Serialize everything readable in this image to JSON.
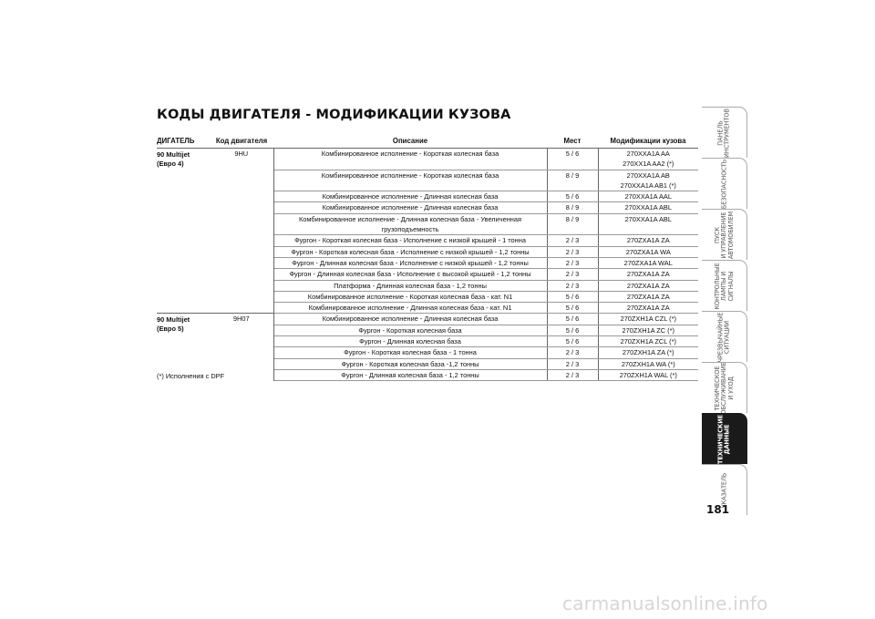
{
  "title": "КОДЫ ДВИГАТЕЛЯ - МОДИФИКАЦИИ КУЗОВА",
  "table": {
    "headers": {
      "engine": "ДИГАТЕЛЬ",
      "code": "Код двигателя",
      "description": "Описание",
      "seats": "Мест",
      "body": "Модификации кузова"
    },
    "groups": [
      {
        "engine_line1": "90 Multijet",
        "engine_line2": "(Евро 4)",
        "code": "9HU",
        "rows": [
          {
            "description": "Комбинированное исполнение - Короткая колесная база",
            "seats": "5 / 6",
            "body": [
              "270XXA1A AA",
              "270XX1A AA2 (*)"
            ]
          },
          {
            "description": "Комбинированное исполнение - Короткая колесная база",
            "seats": "8 / 9",
            "body": [
              "270XXA1A AB",
              "270XXA1A AB1 (*)"
            ]
          },
          {
            "description": "Комбинированное исполнение - Длинная колесная база",
            "seats": "5 / 6",
            "body": [
              "270XXA1A AAL"
            ]
          },
          {
            "description": "Комбинированное исполнение - Длинная колесная база",
            "seats": "8 / 9",
            "body": [
              "270XXA1A ABL"
            ]
          },
          {
            "description": "Комбинированное исполнение - Длинная колесная база - Увеличенная грузоподъемность",
            "seats": "8 / 9",
            "body": [
              "270XXA1A ABL"
            ]
          },
          {
            "description": "Фургон - Короткая колесная база - Исполнение с низкой крышей - 1 тонна",
            "seats": "2 / 3",
            "body": [
              "270ZXA1A ZA"
            ]
          },
          {
            "description": "Фургон - Короткая колесная база - Исполнение с низкой крышей - 1,2 тонны",
            "seats": "2 / 3",
            "body": [
              "270ZXA1A WA"
            ]
          },
          {
            "description": "Фургон - Длинная колесная база - Исполнение с низкой крышей - 1,2 тонны",
            "seats": "2 / 3",
            "body": [
              "270ZXA1A WAL"
            ]
          },
          {
            "description": "Фургон - Длинная колесная база - Исполнение с высокой крышей - 1,2 тонны",
            "seats": "2 / 3",
            "body": [
              "270ZXA1A ZA"
            ]
          },
          {
            "description": "Платформа - Длинная колесная база - 1,2 тонны",
            "seats": "2 / 3",
            "body": [
              "270ZXA1A ZA"
            ]
          },
          {
            "description": "Комбинированное исполнение - Короткая колесная база - кат. N1",
            "seats": "5 / 6",
            "body": [
              "270ZXA1A ZA"
            ]
          },
          {
            "description": "Комбинированное исполнение - Длинная колесная база - кат. N1",
            "seats": "5 / 6",
            "body": [
              "270ZXA1A ZA"
            ]
          }
        ]
      },
      {
        "engine_line1": "90 Multijet",
        "engine_line2": "(Евро 5)",
        "code": "9H07",
        "rows": [
          {
            "description": "Комбинированное исполнение - Длинная колесная база",
            "seats": "5 / 6",
            "body": [
              "270ZXH1A CZL (*)"
            ]
          },
          {
            "description": "Фургон - Короткая колесная база",
            "seats": "5 / 6",
            "body": [
              "270ZXH1A ZC (*)"
            ]
          },
          {
            "description": "Фургон - Длинная колесная база",
            "seats": "5 / 6",
            "body": [
              "270ZXH1A ZCL (*)"
            ]
          },
          {
            "description": "Фургон - Короткая колесная база - 1 тонна",
            "seats": "2 / 3",
            "body": [
              "270ZXH1A ZA (*)"
            ]
          },
          {
            "description": "Фургон - Короткая колесная база -1,2 тонны",
            "seats": "2 / 3",
            "body": [
              "270ZXH1A WA (*)"
            ]
          },
          {
            "description": "Фургон - Длинная колесная база - 1,2 тонны",
            "seats": "2 / 3",
            "body": [
              "270ZXH1A WAL (*)"
            ]
          }
        ]
      }
    ]
  },
  "footnote": "(*) Исполнения с DPF",
  "sidebar": {
    "tabs": [
      {
        "label": "ПАНЕЛЬ\nИНСТРУМЕНТОВ",
        "active": false
      },
      {
        "label": "БЕЗОПАСНОСТЬ",
        "active": false
      },
      {
        "label": "ПУСК\nИ УПРАВЛЕНИЕ\nАВТОМОБИЛЕМ",
        "active": false
      },
      {
        "label": "КОНТРОЛЬНЫЕ\nЛАМПЫ И\nСИГНАЛЫ",
        "active": false
      },
      {
        "label": "ЧРЕЗВЫЧАЙНЫЕ\nСИТУАЦИИ",
        "active": false
      },
      {
        "label": "ТЕХНИЧЕСКОЕ\nОБСЛУЖИВАНИЕ\nИ УХОД",
        "active": false
      },
      {
        "label": "ТЕХНИЧЕСКИЕ\nДАННЫЕ",
        "active": true
      },
      {
        "label": "УКАЗАТЕЛЬ",
        "active": false
      }
    ]
  },
  "page_number": "181",
  "watermark": "carmanualsonline.info"
}
